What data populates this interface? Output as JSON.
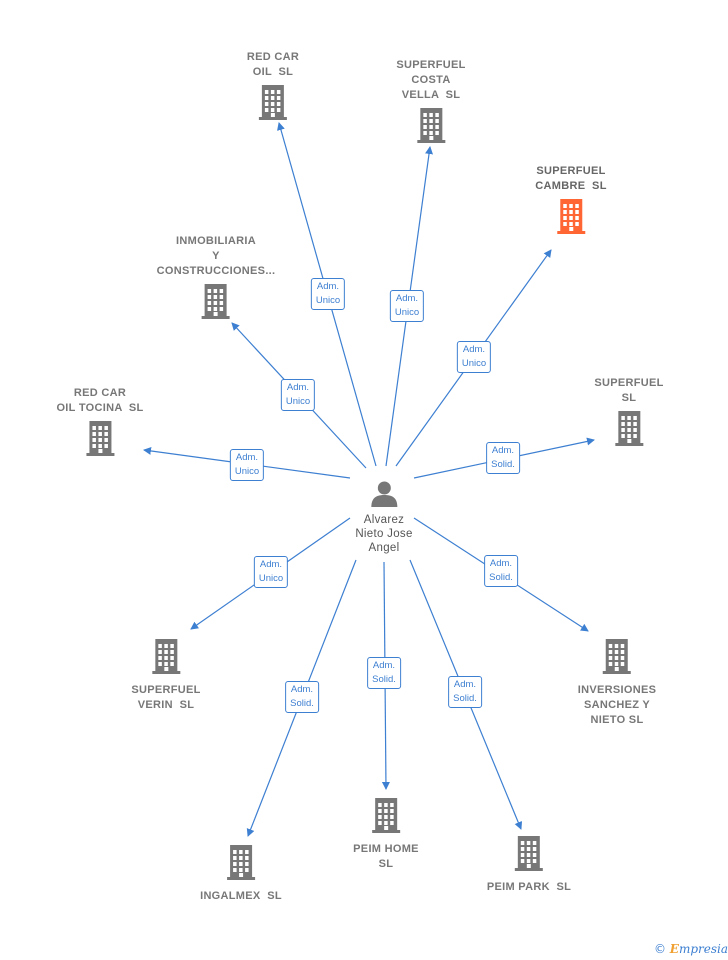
{
  "center": {
    "name": "Alvarez\nNieto Jose\nAngel"
  },
  "colors": {
    "edge": "#3d7fd1",
    "node": "#777777",
    "highlight": "#ff6633"
  },
  "companies": [
    {
      "id": "red-car-oil",
      "name": "RED CAR\nOIL  SL",
      "highlight": false
    },
    {
      "id": "superfuel-costa-vella",
      "name": "SUPERFUEL\nCOSTA\nVELLA  SL",
      "highlight": false
    },
    {
      "id": "superfuel-cambre",
      "name": "SUPERFUEL\nCAMBRE  SL",
      "highlight": true
    },
    {
      "id": "inmobiliaria",
      "name": "INMOBILIARIA\nY\nCONSTRUCCIONES...",
      "highlight": false
    },
    {
      "id": "red-car-oil-tocina",
      "name": "RED CAR\nOIL TOCINA  SL",
      "highlight": false
    },
    {
      "id": "superfuel-sl",
      "name": "SUPERFUEL\nSL",
      "highlight": false
    },
    {
      "id": "superfuel-verin",
      "name": "SUPERFUEL\nVERIN  SL",
      "highlight": false
    },
    {
      "id": "inversiones",
      "name": "INVERSIONES\nSANCHEZ Y\nNIETO SL",
      "highlight": false
    },
    {
      "id": "ingalmex",
      "name": "INGALMEX  SL",
      "highlight": false
    },
    {
      "id": "peim-home",
      "name": "PEIM HOME\nSL",
      "highlight": false
    },
    {
      "id": "peim-park",
      "name": "PEIM PARK  SL",
      "highlight": false
    }
  ],
  "relations": [
    {
      "target": "red-car-oil",
      "label": "Adm.\nUnico"
    },
    {
      "target": "superfuel-costa-vella",
      "label": "Adm.\nUnico"
    },
    {
      "target": "superfuel-cambre",
      "label": "Adm.\nUnico"
    },
    {
      "target": "inmobiliaria",
      "label": "Adm.\nUnico"
    },
    {
      "target": "red-car-oil-tocina",
      "label": "Adm.\nUnico"
    },
    {
      "target": "superfuel-sl",
      "label": "Adm.\nSolid."
    },
    {
      "target": "superfuel-verin",
      "label": "Adm.\nUnico"
    },
    {
      "target": "inversiones",
      "label": "Adm.\nSolid."
    },
    {
      "target": "ingalmex",
      "label": "Adm.\nSolid."
    },
    {
      "target": "peim-home",
      "label": "Adm.\nSolid."
    },
    {
      "target": "peim-park",
      "label": "Adm.\nSolid."
    }
  ],
  "footer": {
    "copyright": "©",
    "brand_initial": "E",
    "brand_rest": "mpresia"
  }
}
